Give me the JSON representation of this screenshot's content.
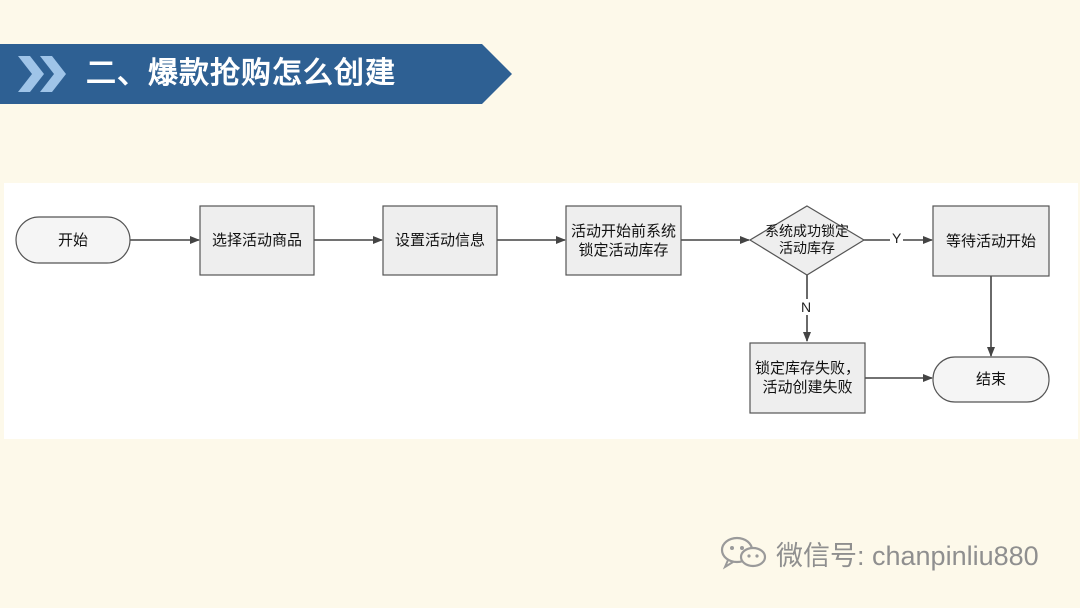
{
  "header": {
    "title": "二、爆款抢购怎么创建",
    "colors": {
      "bar": "#2e6093",
      "chevrons": "#9fc4e8"
    }
  },
  "flowchart": {
    "nodes": {
      "start": "开始",
      "select_goods": "选择活动商品",
      "set_info": "设置活动信息",
      "lock_stock": "活动开始前系统锁定活动库存",
      "decision": "系统成功锁定活动库存",
      "wait_start": "等待活动开始",
      "lock_failed": "锁定库存失败，活动创建失败",
      "end": "结束"
    },
    "edges": {
      "yes": "Y",
      "no": "N"
    },
    "colors": {
      "box_fill": "#eeeeee",
      "box_border": "#555555",
      "terminal_fill": "#f5f5f5",
      "arrow": "#444444"
    }
  },
  "watermark": {
    "icon": "wechat-icon",
    "text": "微信号: chanpinliu880"
  }
}
